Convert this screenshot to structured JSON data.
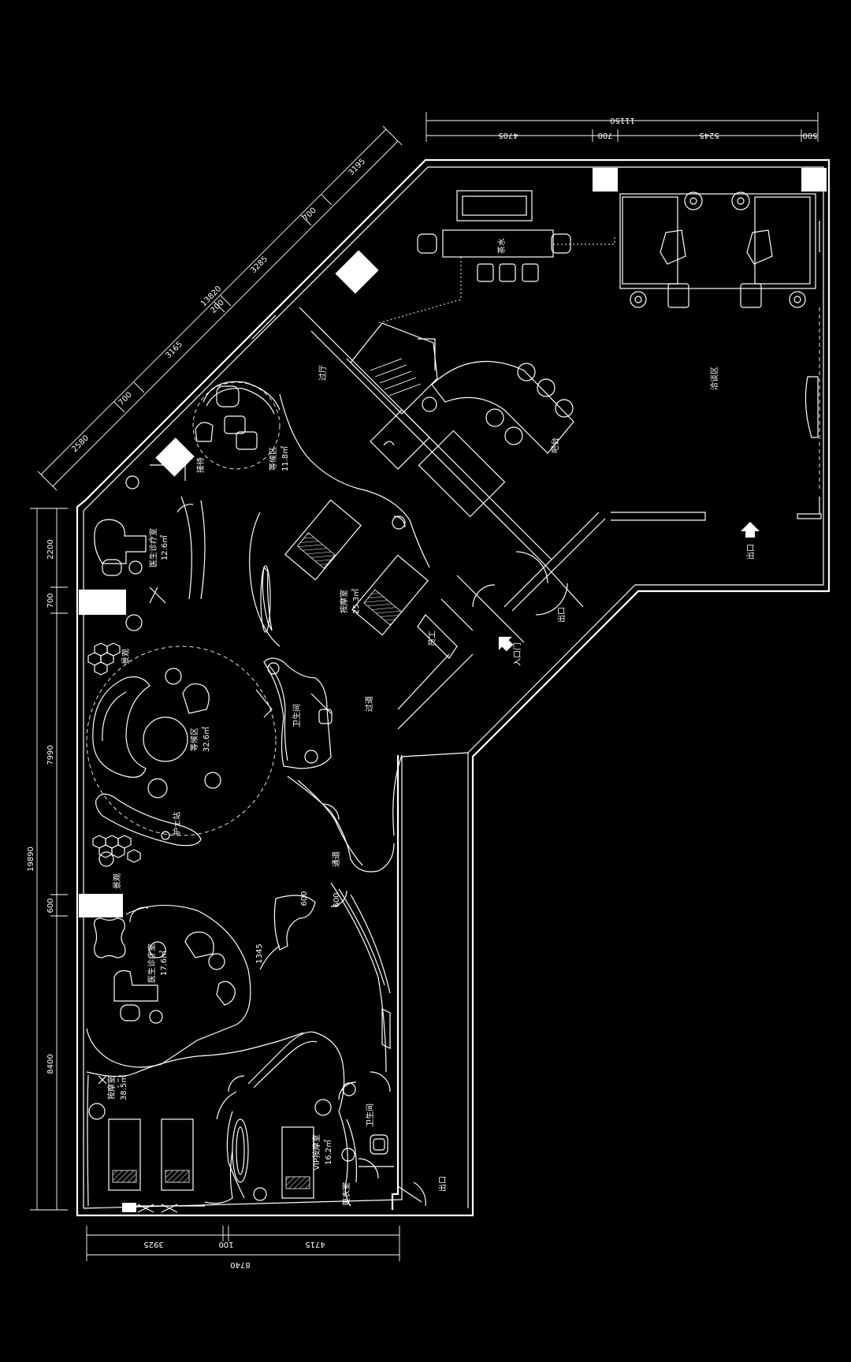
{
  "dimensions": {
    "top_total": "11150",
    "top_1": "4705",
    "top_2": "700",
    "top_3": "5245",
    "top_4": "500",
    "diag_total": "13820",
    "diag_1": "2580",
    "diag_2": "700",
    "diag_3": "3165",
    "diag_4": "200",
    "diag_5": "3285",
    "diag_6": "700",
    "diag_7": "3195",
    "left_total": "19890",
    "left_1": "2200",
    "left_2": "700",
    "left_3": "7990",
    "left_4": "600",
    "left_5": "8400",
    "bottom_total": "8740",
    "bottom_1": "3925",
    "bottom_2": "100",
    "bottom_3": "4715",
    "inner_1": "600",
    "inner_2": "600",
    "inner_3": "1345"
  },
  "rooms": {
    "negotiation": "洽谈区",
    "tea": "茶水",
    "office": "过厅",
    "bar": "吧台",
    "waiting_top": "等候区",
    "waiting_top_area": "11.8㎡",
    "reception": "接待",
    "treatment_top": "按摩室",
    "treatment_top_area": "25.3㎡",
    "consult_top": "医生诊疗室",
    "consult_top_area": "12.6㎡",
    "waiting_mid": "等候区",
    "waiting_mid_area": "32.6㎡",
    "nurse": "护士站",
    "wc_mid": "卫生间",
    "corridor": "过道",
    "staff": "员工",
    "entrance_main": "出口",
    "entrance_side": "出口",
    "entrance_mid": "入口门",
    "consult_bottom": "医生诊疗室",
    "consult_bottom_area": "17.6㎡",
    "treatment_bottom": "按摩室",
    "treatment_bottom_area": "38.5㎡",
    "vip": "VIP按摩室",
    "vip_area": "16.2㎡",
    "wc_bottom": "卫生间",
    "changing": "更衣室",
    "exit_bottom": "出口",
    "landscape_1": "景观",
    "landscape_2": "景观",
    "passage": "通道"
  }
}
